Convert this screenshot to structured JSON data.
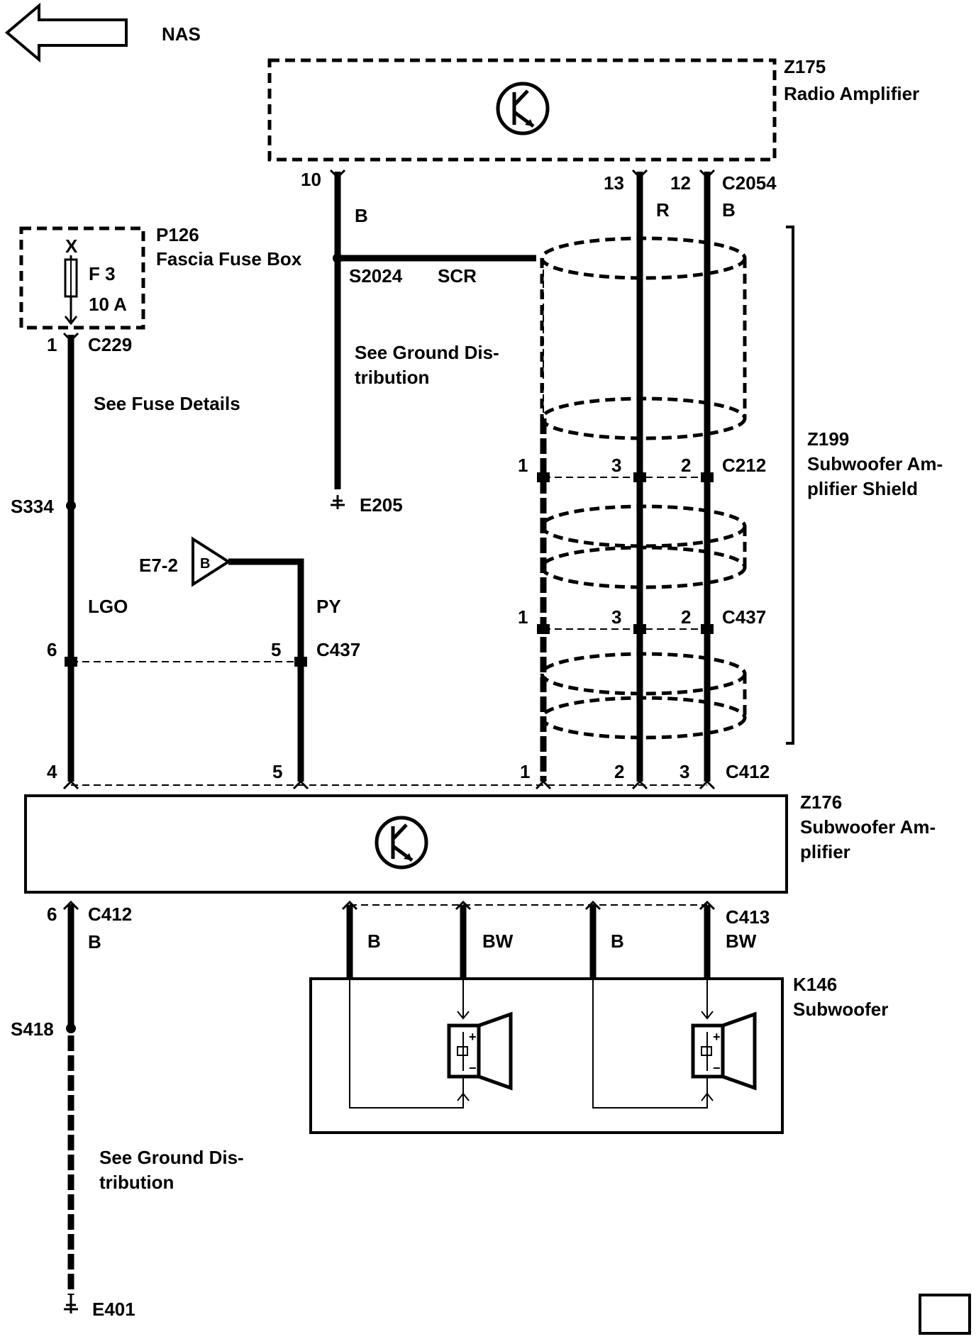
{
  "nav": {
    "label": "NAS",
    "icon": "left-arrow-icon"
  },
  "radio_amp": {
    "id": "Z175",
    "name": "Radio Amplifier",
    "icon": "transistor-icon"
  },
  "fuse_box": {
    "id": "P126",
    "name": "Fascia Fuse Box",
    "fuse_x": "X",
    "fuse_label": "F 3",
    "fuse_rating": "10 A"
  },
  "shield": {
    "id": "Z199",
    "name_line1": "Subwoofer Am-",
    "name_line2": "plifier Shield"
  },
  "sub_amp": {
    "id": "Z176",
    "name_line1": "Subwoofer Am-",
    "name_line2": "plifier",
    "icon": "transistor-icon"
  },
  "subwoofer": {
    "id": "K146",
    "name": "Subwoofer",
    "icon": "speaker-icon"
  },
  "connectors": {
    "c2054": "C2054",
    "c229": "C229",
    "c212": "C212",
    "c437": "C437",
    "c437b": "C437",
    "c412": "C412",
    "c412b": "C412",
    "c413": "C413"
  },
  "pins": {
    "p10": "10",
    "p13": "13",
    "p12": "12",
    "c229_1": "1",
    "c212_1": "1",
    "c212_3": "3",
    "c212_2": "2",
    "c437_1": "1",
    "c437_3": "3",
    "c437_2": "2",
    "c437b_6": "6",
    "c437b_5": "5",
    "c412_4": "4",
    "c412_5": "5",
    "c412_1": "1",
    "c412_2": "2",
    "c412_3": "3",
    "c412b_6": "6"
  },
  "wire_colors": {
    "b_top": "B",
    "r": "R",
    "b_right": "B",
    "scr": "SCR",
    "lgo": "LGO",
    "py": "PY",
    "b_bottom": "B",
    "sp_b1": "B",
    "sp_bw1": "BW",
    "sp_b2": "B",
    "sp_bw2": "BW"
  },
  "splices": {
    "s2024": "S2024",
    "s334": "S334",
    "s418": "S418"
  },
  "grounds": {
    "e205": "E205",
    "e401": "E401",
    "e7_2": "E7-2",
    "e7_2_letter": "B"
  },
  "notes": {
    "ground_dist_1a": "See Ground Dis-",
    "ground_dist_1b": "tribution",
    "fuse_details": "See Fuse Details",
    "ground_dist_2a": "See Ground Dis-",
    "ground_dist_2b": "tribution"
  }
}
